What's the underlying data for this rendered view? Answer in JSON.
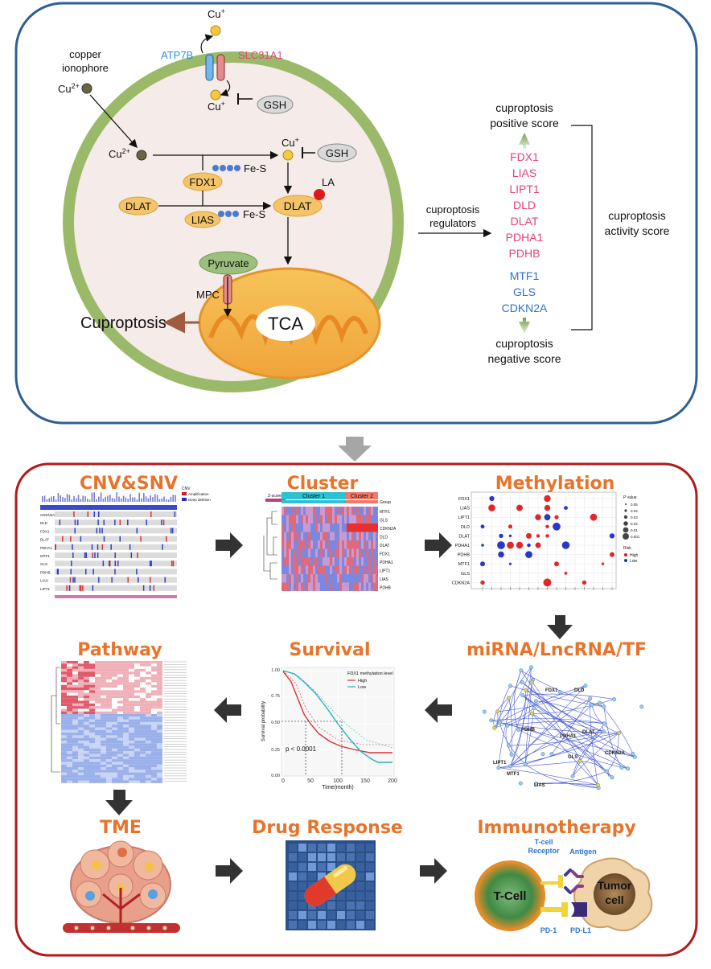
{
  "top": {
    "cu_plus_out": "Cu",
    "cu_plus_sup": "+",
    "atp7b": "ATP7B",
    "slc31a1": "SLC31A1",
    "copper_ionophore_line1": "copper",
    "copper_ionophore_line2": "ionophore",
    "cu2_outer": "Cu",
    "cu2_sup": "2+",
    "cu_plus_in": "Cu",
    "gsh1": "GSH",
    "cu2_inner": "Cu",
    "cu_plus_mid": "Cu",
    "gsh2": "GSH",
    "fdx1": "FDX1",
    "fes1": "Fe-S",
    "la": "LA",
    "dlat_left": "DLAT",
    "dlat_right": "DLAT",
    "lias": "LIAS",
    "fes2": "Fe-S",
    "pyruvate": "Pyruvate",
    "mpc": "MPC",
    "tca": "TCA",
    "cuproptosis": "Cuproptosis",
    "regulators_line1": "cuproptosis",
    "regulators_line2": "regulators",
    "positive_line1": "cuproptosis",
    "positive_line2": "positive score",
    "negative_line1": "cuproptosis",
    "negative_line2": "negative score",
    "activity_line1": "cuproptosis",
    "activity_line2": "activity score",
    "positive_genes": [
      "FDX1",
      "LIAS",
      "LIPT1",
      "DLD",
      "DLAT",
      "PDHA1",
      "PDHB"
    ],
    "negative_genes": [
      "MTF1",
      "GLS",
      "CDKN2A"
    ]
  },
  "bottom": {
    "cnv_title": "CNV&SNV",
    "cluster_title": "Cluster",
    "methylation_title": "Methylation",
    "pathway_title": "Pathway",
    "survival_title": "Survival",
    "mirna_title": "miRNA/LncRNA/TF",
    "tme_title": "TME",
    "drug_title": "Drug Response",
    "immuno_title": "Immunotherapy",
    "cnv_genes": [
      "CDKN2A",
      "DLD",
      "FDX1",
      "DLAT",
      "PDHA1",
      "MTF1",
      "GLS",
      "PDHB",
      "LIAS",
      "LIPT1"
    ],
    "cnv_legend_title": "CNV",
    "cnv_legend_amp": "Amplification",
    "cnv_legend_del": "Deep deletion",
    "cluster_label1": "Cluster 1",
    "cluster_label2": "Cluster 2",
    "cluster_group": "Group",
    "cluster_zscore": "Z-score",
    "cluster_genes": [
      "MTF1",
      "GLS",
      "CDKN2A",
      "DLD",
      "DLAT",
      "FDX1",
      "PDHA1",
      "LIPT1",
      "LIAS",
      "PDHB"
    ],
    "meth_genes": [
      "FDX1",
      "LIAS",
      "LIPT1",
      "DLD",
      "DLAT",
      "PDHA1",
      "PDHB",
      "MTF1",
      "GLS",
      "CDKN2A"
    ],
    "meth_pvalue_title": "P value",
    "meth_pvalues": [
      "0.05",
      "0.04",
      "0.03",
      "0.02",
      "0.01",
      "0.001"
    ],
    "meth_risk_title": "Risk",
    "meth_risk_high": "High",
    "meth_risk_low": "Low",
    "survival_legend_title": "FDX1 methylation level",
    "survival_high": "High",
    "survival_low": "Low",
    "survival_p": "p < 0.0001",
    "survival_xlabel": "Time(month)",
    "survival_ylabel": "Survival probability",
    "survival_xticks": [
      "0",
      "50",
      "100",
      "150",
      "200"
    ],
    "survival_yticks": [
      "0.00",
      "0.25",
      "0.50",
      "0.75",
      "1.00"
    ],
    "network_labels": [
      "FDX1",
      "DLD",
      "DLAT",
      "CDKN2A",
      "LIPT1",
      "MTF1",
      "LIAS",
      "PDHB",
      "GLS",
      "PDHA1"
    ],
    "tcell_receptor_line1": "T-cell",
    "tcell_receptor_line2": "Receptor",
    "antigen": "Antigen",
    "tcell": "T-Cell",
    "tumor_line1": "Tumor",
    "tumor_line2": "cell",
    "pd1": "PD-1",
    "pdl1": "PD-L1"
  },
  "colors": {
    "top_border": "#2e5f94",
    "bottom_border": "#b01a1a",
    "cell_membrane": "#9aba6a",
    "cytoplasm": "#f5ebe9",
    "positive_gene": "#e0457a",
    "negative_gene": "#2f72d0",
    "title_orange": "#e8742b",
    "atp7b": "#2f8fd8",
    "slc31a1": "#e0457a"
  }
}
